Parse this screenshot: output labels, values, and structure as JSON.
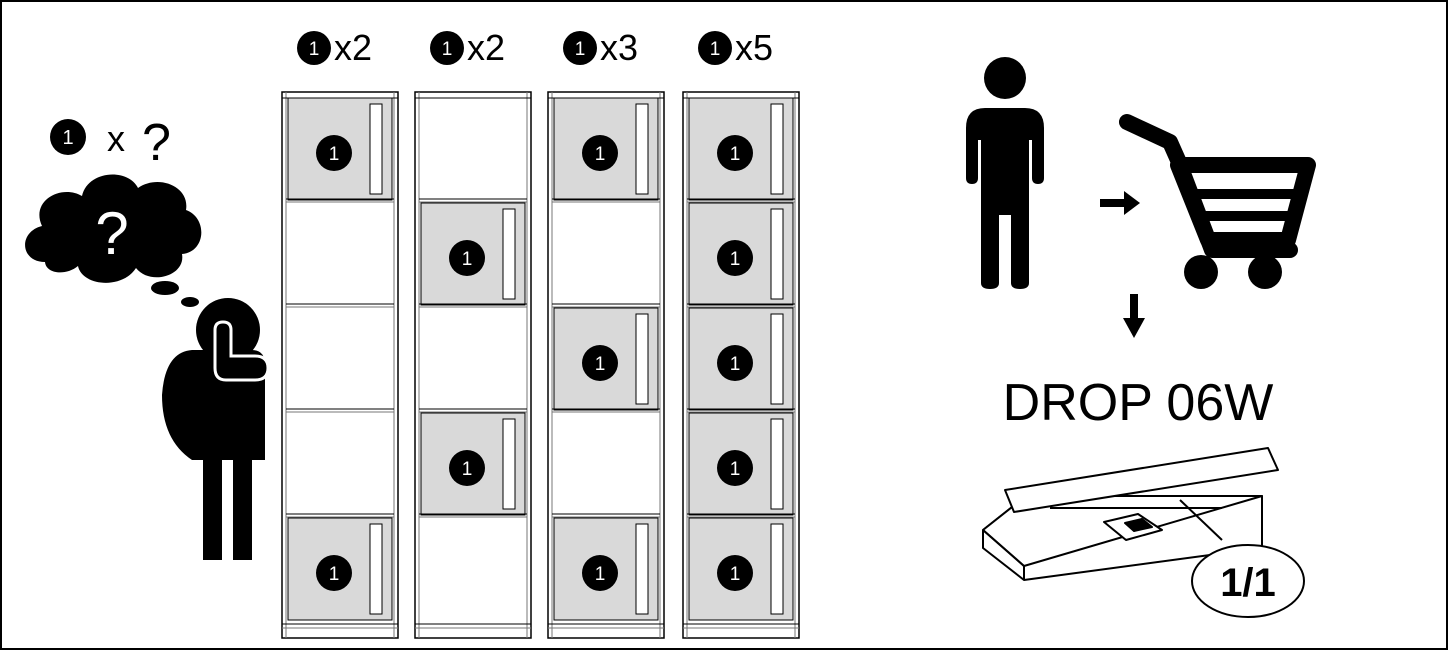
{
  "question": {
    "badge": "1",
    "label": "x",
    "mark": "?",
    "bubble_mark": "?"
  },
  "units": [
    {
      "badge": "1",
      "count_label": "x2",
      "filled": [
        true,
        false,
        false,
        false,
        true
      ]
    },
    {
      "badge": "1",
      "count_label": "x2",
      "filled": [
        false,
        true,
        false,
        true,
        false
      ]
    },
    {
      "badge": "1",
      "count_label": "x3",
      "filled": [
        true,
        false,
        true,
        false,
        true
      ]
    },
    {
      "badge": "1",
      "count_label": "x5",
      "filled": [
        true,
        true,
        true,
        true,
        true
      ]
    }
  ],
  "panel_badge": "1",
  "product_code": "DROP 06W",
  "package_count": "1/1",
  "icons": [
    "person-thinking-icon",
    "thought-cloud-icon",
    "person-icon",
    "shopping-cart-icon",
    "arrow-right-icon",
    "arrow-down-icon",
    "box-icon"
  ],
  "colors": {
    "ink": "#000000",
    "panel_fill": "#d9d9d9",
    "shelf_line": "#777777",
    "background": "#ffffff"
  }
}
